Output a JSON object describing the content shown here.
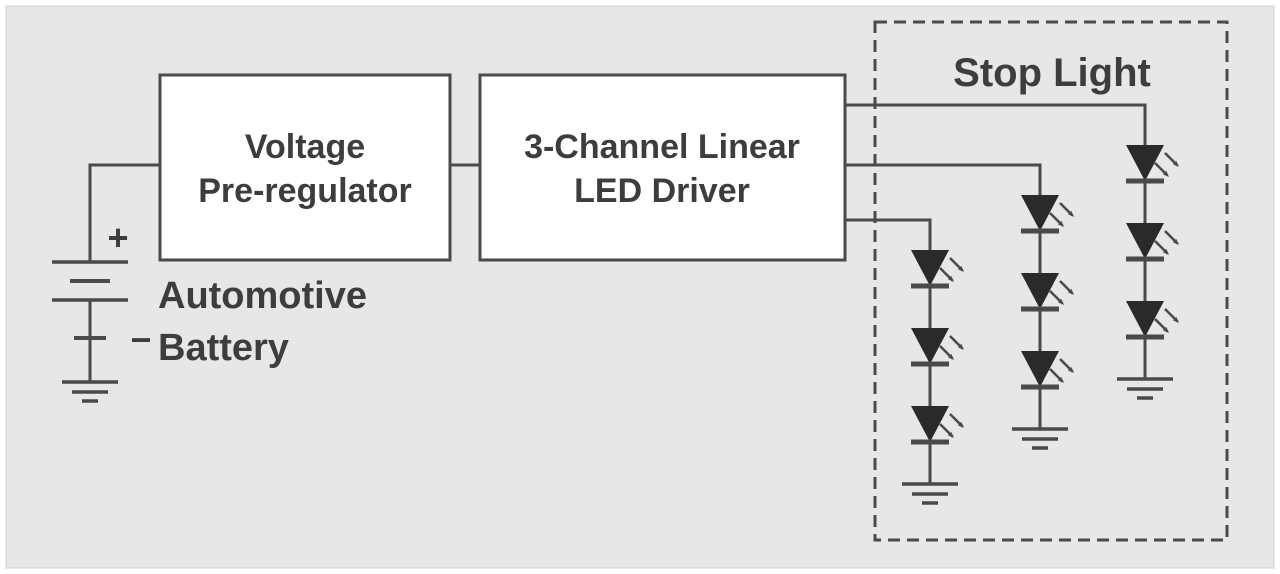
{
  "blocks": {
    "preregulator": {
      "label_line1": "Voltage",
      "label_line2": "Pre-regulator"
    },
    "driver": {
      "label_line1": "3-Channel Linear",
      "label_line2": "LED Driver"
    }
  },
  "stop_light": {
    "label": "Stop Light",
    "channels": 3,
    "leds_per_channel": 3
  },
  "battery": {
    "label_line1": "Automotive",
    "label_line2": "Battery",
    "plus": "+",
    "minus": "−"
  },
  "colors": {
    "background": "#e6e7e8",
    "stroke": "#4a4a4c",
    "text": "#3d3d3f",
    "led_fill": "#2a2a2c",
    "box_fill": "#ffffff"
  }
}
